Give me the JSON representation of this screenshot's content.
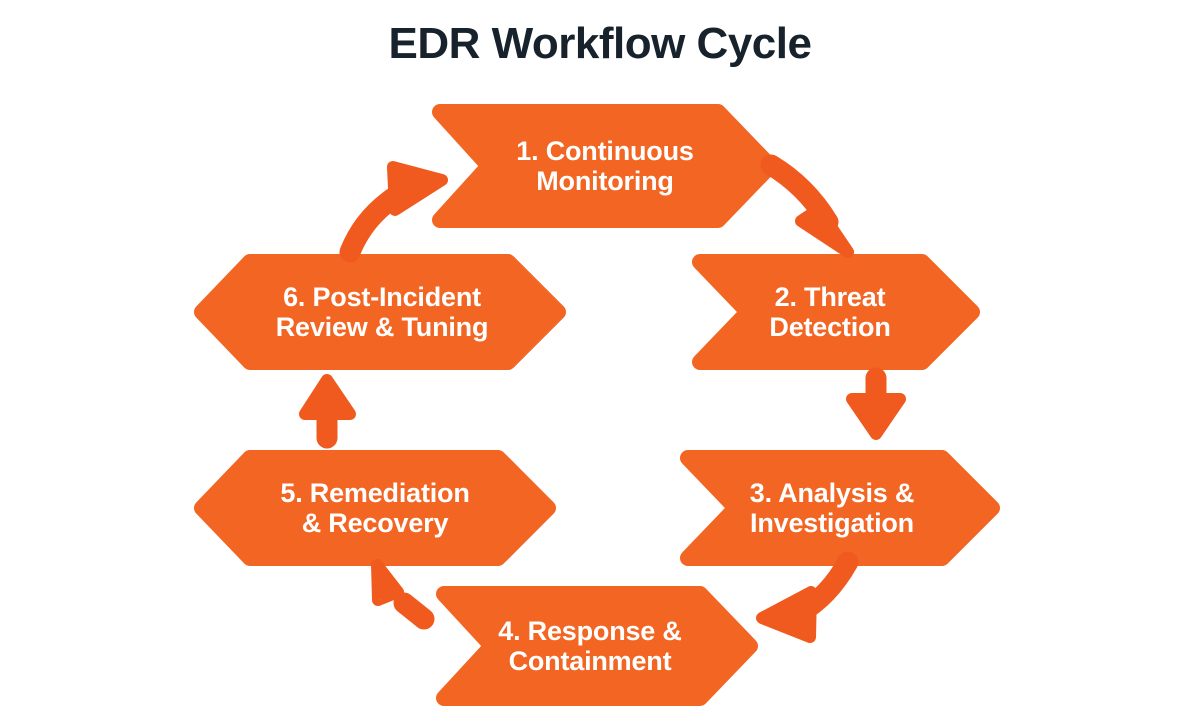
{
  "title": "EDR Workflow Cycle",
  "colors": {
    "background": "#ffffff",
    "title_text": "#17222c",
    "chevron_fill": "#F26522",
    "chevron_fill_alt": "#EE6B26",
    "arrow_fill": "#F05A1E",
    "label_text": "#ffffff"
  },
  "diagram": {
    "type": "cycle",
    "direction": "clockwise",
    "shape": "chevron",
    "step_count": 6,
    "steps": [
      {
        "id": "step-1",
        "number": "1.",
        "name": "continuous-monitoring",
        "line1": "1. Continuous",
        "line2": "Monitoring",
        "position": "top"
      },
      {
        "id": "step-2",
        "number": "2.",
        "name": "threat-detection",
        "line1": "2. Threat",
        "line2": "Detection",
        "position": "upper-right"
      },
      {
        "id": "step-3",
        "number": "3.",
        "name": "analysis-investigation",
        "line1": "3. Analysis &",
        "line2": "Investigation",
        "position": "lower-right"
      },
      {
        "id": "step-4",
        "number": "4.",
        "name": "response-containment",
        "line1": "4. Response &",
        "line2": "Containment",
        "position": "bottom"
      },
      {
        "id": "step-5",
        "number": "5.",
        "name": "remediation-recovery",
        "line1": "5. Remediation",
        "line2": "& Recovery",
        "position": "lower-left"
      },
      {
        "id": "step-6",
        "number": "6.",
        "name": "post-incident-review-tuning",
        "line1": "6. Post-Incident",
        "line2": "Review & Tuning",
        "position": "upper-left"
      }
    ],
    "connectors": [
      {
        "name": "arrow-step1-to-step2",
        "from": "step-1",
        "to": "step-2",
        "style": "curved",
        "heading": "down-right"
      },
      {
        "name": "arrow-step2-to-step3",
        "from": "step-2",
        "to": "step-3",
        "style": "straight",
        "heading": "down"
      },
      {
        "name": "arrow-step3-to-step4",
        "from": "step-3",
        "to": "step-4",
        "style": "curved",
        "heading": "down-left"
      },
      {
        "name": "arrow-step4-to-step5",
        "from": "step-4",
        "to": "step-5",
        "style": "straight",
        "heading": "up-left"
      },
      {
        "name": "arrow-step5-to-step6",
        "from": "step-5",
        "to": "step-6",
        "style": "straight",
        "heading": "up"
      },
      {
        "name": "arrow-step6-to-step1",
        "from": "step-6",
        "to": "step-1",
        "style": "curved",
        "heading": "up-right"
      }
    ]
  }
}
